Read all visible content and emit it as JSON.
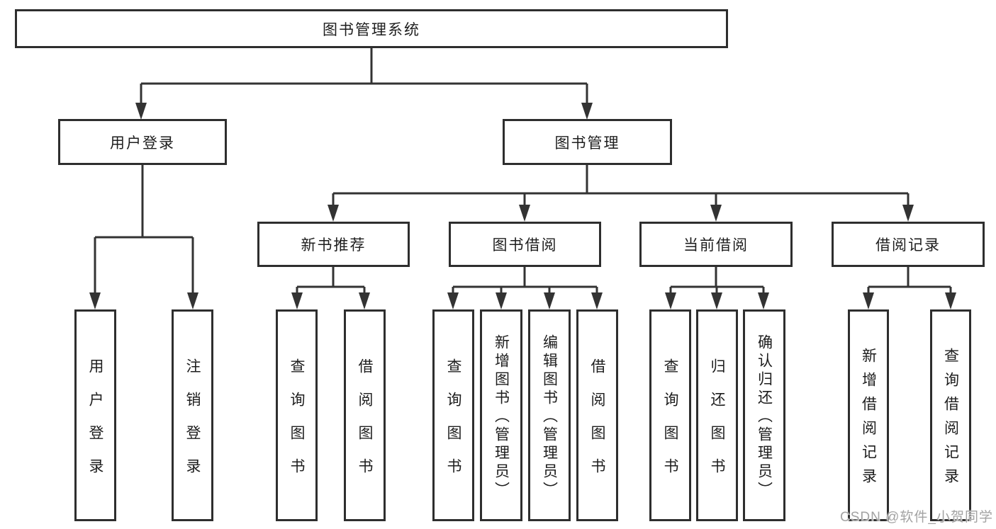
{
  "colors": {
    "background": "#ffffff",
    "box_border": "#2e2e2e",
    "line": "#333333",
    "text": "#1d1d1d",
    "watermark": "#a3a3a3"
  },
  "watermark": {
    "text": "CSDN @软件_小贺同学"
  },
  "tree": {
    "root": {
      "label": "图书管理系统"
    },
    "branches": [
      {
        "label": "用户登录",
        "children": [
          {
            "label": "用户登录"
          },
          {
            "label": "注销登录"
          }
        ]
      },
      {
        "label": "图书管理",
        "children": [
          {
            "label": "新书推荐",
            "children": [
              {
                "label": "查询图书"
              },
              {
                "label": "借阅图书"
              }
            ]
          },
          {
            "label": "图书借阅",
            "children": [
              {
                "label": "查询图书"
              },
              {
                "label": "新增图书（管理员）"
              },
              {
                "label": "编辑图书（管理员）"
              },
              {
                "label": "借阅图书"
              }
            ]
          },
          {
            "label": "当前借阅",
            "children": [
              {
                "label": "查询图书"
              },
              {
                "label": "归还图书"
              },
              {
                "label": "确认归还（管理员）"
              }
            ]
          },
          {
            "label": "借阅记录",
            "children": [
              {
                "label": "新增借阅记录"
              },
              {
                "label": "查询借阅记录"
              }
            ]
          }
        ]
      }
    ]
  }
}
